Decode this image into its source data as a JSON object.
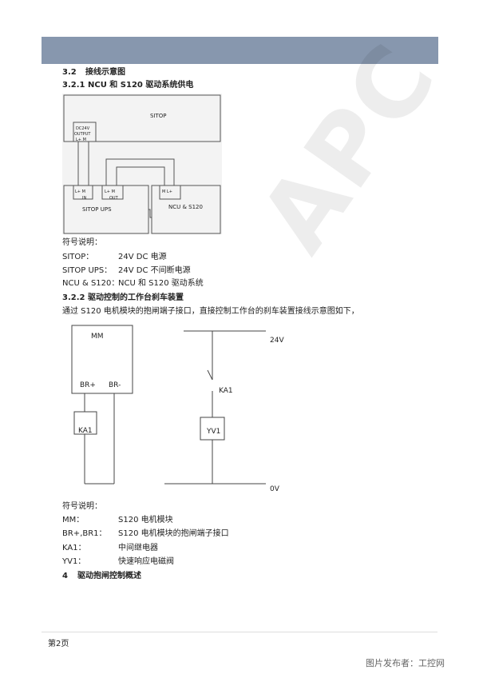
{
  "section_3_2": {
    "num": "3.2",
    "title": "接线示意图"
  },
  "section_3_2_1": {
    "num": "3.2.1",
    "title": "NCU 和 S120 驱动系统供电"
  },
  "diagram1": {
    "sitop": "SITOP",
    "dc24v": "DC24V",
    "output": "OUTPUT",
    "lplus_m": "L+ M",
    "ups_in_terms": "L+ M",
    "ups_in": "IN",
    "ups_out_terms": "L+ M",
    "ups_out": "OUT",
    "sitop_ups": "SITOP UPS",
    "ncu_terms": "M L+",
    "ncu_s120": "NCU & S120"
  },
  "legend1": {
    "heading": "符号说明：",
    "items": [
      {
        "key": "SITOP：",
        "value": "24V DC 电源"
      },
      {
        "key": "SITOP UPS：",
        "value": "24V DC 不间断电源"
      },
      {
        "key": "NCU & S120：",
        "value": "NCU 和 S120 驱动系统"
      }
    ]
  },
  "section_3_2_2": {
    "num": "3.2.2",
    "title": "驱动控制的工作台刹车装置"
  },
  "intro_text": "通过 S120 电机模块的抱闸端子接口，直接控制工作台的刹车装置接线示意图如下，",
  "diagram2": {
    "mm": "MM",
    "br_plus": "BR+",
    "br_minus": "BR-",
    "ka1_box": "KA1",
    "v24": "24V",
    "ka1_switch": "KA1",
    "yv1": "YV1",
    "v0": "0V"
  },
  "legend2": {
    "heading": "符号说明：",
    "items": [
      {
        "key": "MM：",
        "value": "S120 电机模块"
      },
      {
        "key": "BR+,BR1：",
        "value": "S120 电机模块的抱闸端子接口"
      },
      {
        "key": "KA1：",
        "value": "中间继电器"
      },
      {
        "key": "YV1：",
        "value": "快速响应电磁阀"
      }
    ]
  },
  "section_4": {
    "num": "4",
    "title": "驱动抱闸控制概述"
  },
  "watermark": "APC",
  "page_num": "第2页",
  "publisher": "图片发布者：工控网"
}
